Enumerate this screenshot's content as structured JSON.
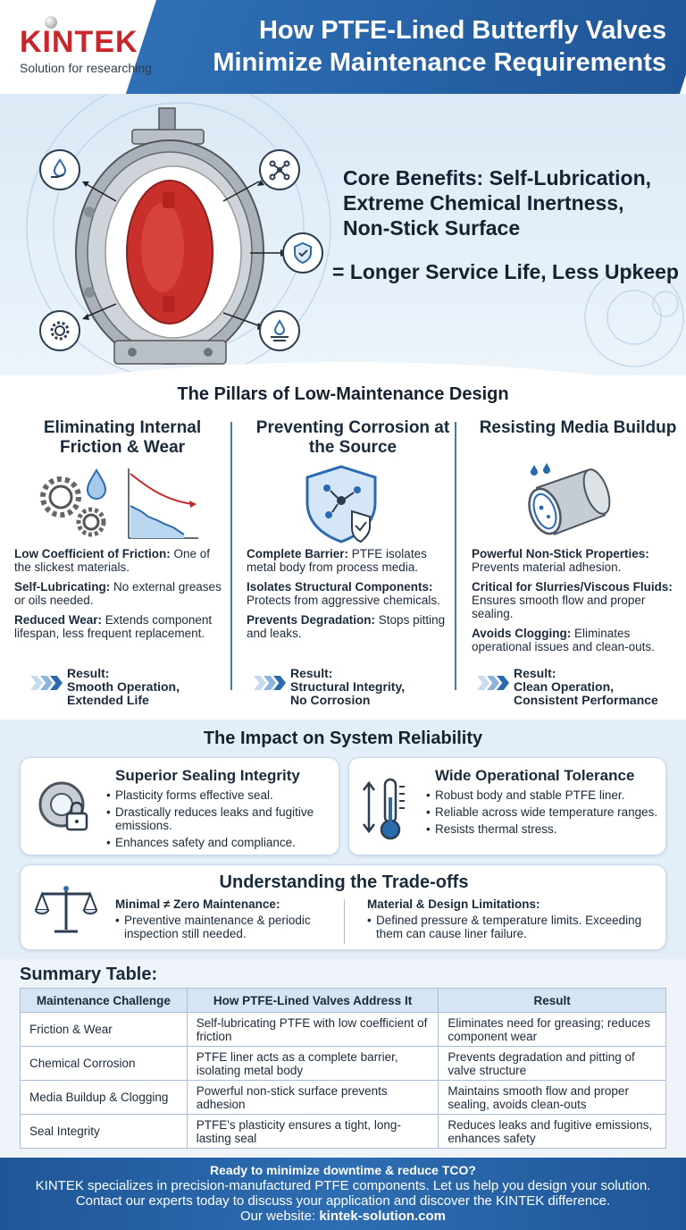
{
  "header": {
    "logo_text": "KINTEK",
    "logo_tagline": "Solution for researching",
    "title_line1": "How PTFE-Lined Butterfly Valves",
    "title_line2": "Minimize Maintenance Requirements"
  },
  "hero": {
    "benefits": "Core Benefits: Self-Lubrication, Extreme Chemical Inertness, Non-Stick Surface",
    "result": "= Longer Service Life, Less Upkeep",
    "icons": [
      "water-drop-hand-icon",
      "molecule-icon",
      "shield-check-icon",
      "gear-icon",
      "drop-surface-icon"
    ]
  },
  "pillars": {
    "title": "The Pillars of Low-Maintenance Design",
    "columns": [
      {
        "heading": "Eliminating Internal Friction & Wear",
        "icon": "gears-drop-chart-icon",
        "points": [
          {
            "label": "Low Coefficient of Friction:",
            "text": " One of the slickest materials."
          },
          {
            "label": "Self-Lubricating:",
            "text": " No external greases or oils needed."
          },
          {
            "label": "Reduced Wear:",
            "text": " Extends component lifespan, less frequent replacement."
          }
        ],
        "result_label": "Result:",
        "result_line1": "Smooth Operation,",
        "result_line2": "Extended Life"
      },
      {
        "heading": "Preventing Corrosion at the Source",
        "icon": "shield-molecule-icon",
        "points": [
          {
            "label": "Complete Barrier:",
            "text": " PTFE isolates metal body from process media."
          },
          {
            "label": "Isolates Structural Components:",
            "text": " Protects from aggressive chemicals."
          },
          {
            "label": "Prevents Degradation:",
            "text": " Stops pitting and leaks."
          }
        ],
        "result_label": "Result:",
        "result_line1": "Structural Integrity,",
        "result_line2": "No Corrosion"
      },
      {
        "heading": "Resisting Media Buildup",
        "icon": "pipe-icon",
        "points": [
          {
            "label": "Powerful Non-Stick Properties:",
            "text": " Prevents material adhesion."
          },
          {
            "label": "Critical for Slurries/Viscous Fluids:",
            "text": " Ensures smooth flow and proper sealing."
          },
          {
            "label": "Avoids Clogging:",
            "text": " Eliminates operational issues and clean-outs."
          }
        ],
        "result_label": "Result:",
        "result_line1": "Clean Operation,",
        "result_line2": "Consistent Performance"
      }
    ]
  },
  "impact": {
    "title": "The Impact on System Reliability",
    "sealing": {
      "heading": "Superior Sealing Integrity",
      "icon": "gasket-lock-icon",
      "items": [
        "Plasticity forms effective seal.",
        "Drastically reduces leaks and fugitive emissions.",
        "Enhances safety and compliance."
      ]
    },
    "tolerance": {
      "heading": "Wide Operational Tolerance",
      "icon": "thermometer-icon",
      "items": [
        "Robust body and stable PTFE liner.",
        "Reliable across wide temperature ranges.",
        "Resists thermal stress."
      ]
    },
    "tradeoffs": {
      "heading": "Understanding the Trade-offs",
      "icon": "balance-scale-icon",
      "left_heading": "Minimal ≠ Zero Maintenance:",
      "left_items": [
        "Preventive maintenance & periodic inspection still needed."
      ],
      "right_heading": "Material & Design Limitations:",
      "right_items": [
        "Defined pressure & temperature limits. Exceeding them can cause liner failure."
      ]
    }
  },
  "summary": {
    "title": "Summary Table:",
    "headers": [
      "Maintenance Challenge",
      "How PTFE-Lined Valves Address It",
      "Result"
    ],
    "rows": [
      [
        "Friction & Wear",
        "Self-lubricating PTFE with low coefficient of friction",
        "Eliminates need for greasing; reduces component wear"
      ],
      [
        "Chemical Corrosion",
        "PTFE liner acts as a complete barrier, isolating metal body",
        "Prevents degradation and pitting of valve structure"
      ],
      [
        "Media Buildup & Clogging",
        "Powerful non-stick surface prevents adhesion",
        "Maintains smooth flow and proper sealing, avoids clean-outs"
      ],
      [
        "Seal Integrity",
        "PTFE's plasticity ensures a tight, long-lasting seal",
        "Reduces leaks and fugitive emissions, enhances safety"
      ]
    ]
  },
  "footer": {
    "question": "Ready to minimize downtime & reduce TCO?",
    "line1": "KINTEK specializes in precision-manufactured PTFE components. Let us help you design your solution.",
    "line2": "Contact our experts today to discuss your application and discover the KINTEK difference.",
    "website_label": "Our website: ",
    "website": "kintek-solution.com"
  },
  "colors": {
    "brand_red": "#c8262b",
    "brand_blue": "#1f5697",
    "accent_blue": "#3d7bbf"
  }
}
